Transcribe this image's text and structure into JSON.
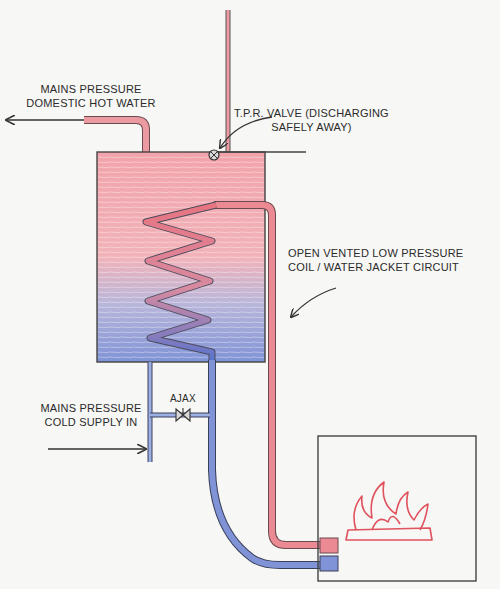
{
  "diagram": {
    "labels": [
      "MAINS PRESSURE DOMESTIC HOT WATER",
      "T.P.R. VALVE (DISCHARGING SAFELY AWAY)",
      "OPEN VENTED LOW PRESSURE COIL / WATER JACKET CIRCUIT",
      "AJAX",
      "MAINS PRESSURE COLD SUPPLY IN"
    ]
  }
}
